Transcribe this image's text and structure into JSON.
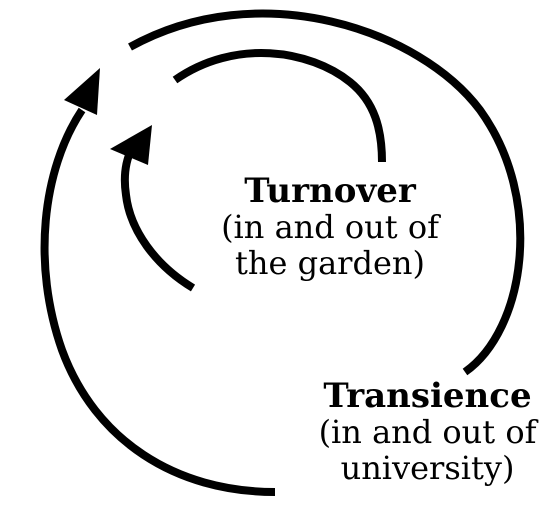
{
  "cycles": [
    {
      "id": "turnover",
      "title": "Turnover",
      "subtitle_lines": [
        "(in and out of",
        "the garden)"
      ]
    },
    {
      "id": "transience",
      "title": "Transience",
      "subtitle_lines": [
        "(in and out of",
        "university)"
      ]
    }
  ],
  "colors": {
    "stroke": "#000000",
    "background": "#ffffff"
  }
}
